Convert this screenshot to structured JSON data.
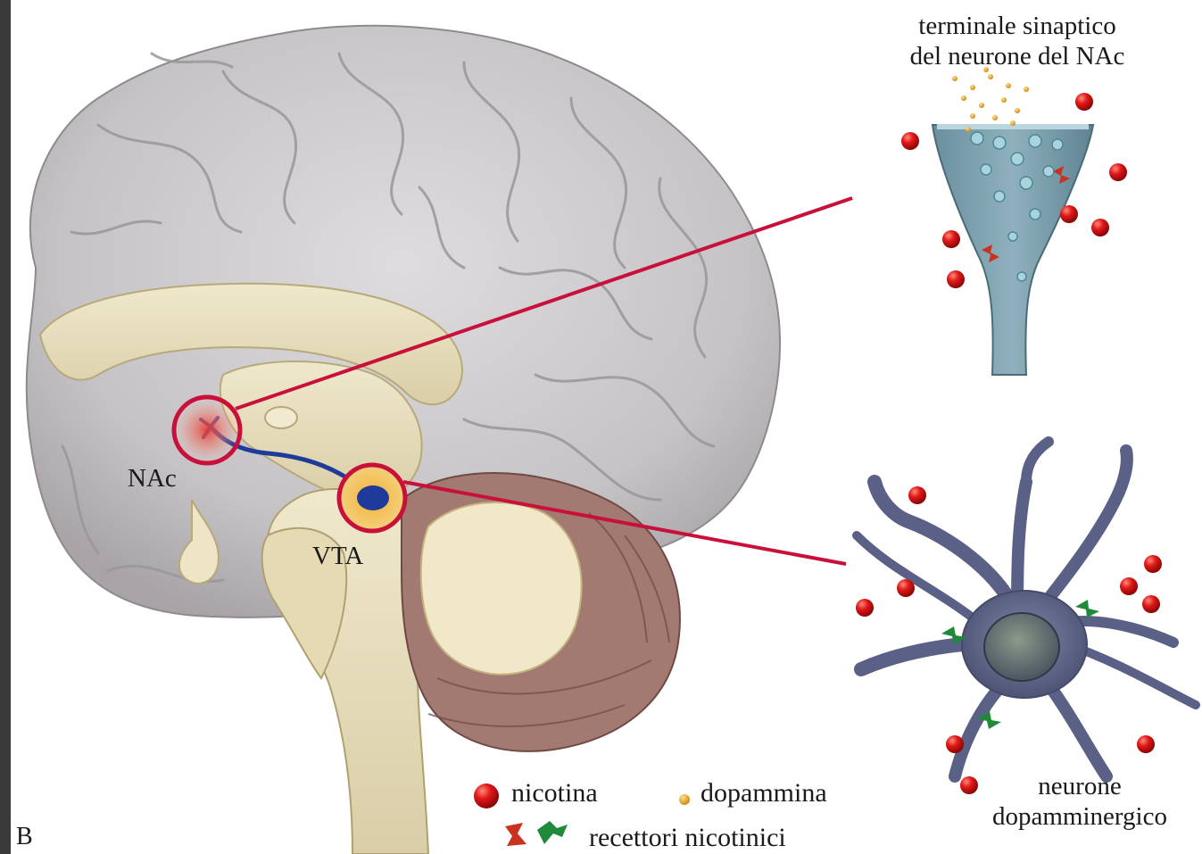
{
  "figure_letter": "B",
  "labels": {
    "synaptic_terminal_line1": "terminale sinaptico",
    "synaptic_terminal_line2": "del neurone del NAc",
    "neuron_line1": "neurone",
    "neuron_line2": "dopamminergico",
    "nac": "NAc",
    "vta": "VTA"
  },
  "legend": {
    "nicotine": "nicotina",
    "dopamine": "dopammina",
    "receptors": "recettori nicotinici"
  },
  "colors": {
    "nicotine": "#d8141c",
    "dopamine": "#e8a21c",
    "receptor_red": "#c8321e",
    "receptor_green": "#1f8a3a",
    "pathway": "#1f3b9a",
    "callout": "#c8103a",
    "brain_cortex": "#c9c7c9",
    "brain_inner": "#e8dfbf",
    "cerebellum": "#9c6e66"
  }
}
